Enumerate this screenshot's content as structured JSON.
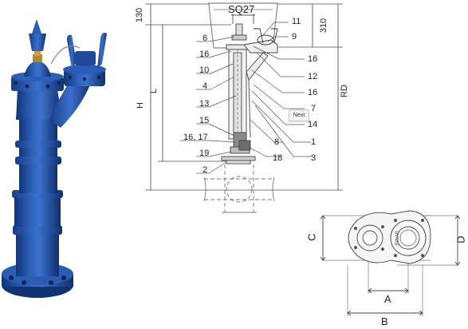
{
  "dimensions": {
    "top_gap": "130",
    "head_height": "310",
    "square_key": "SQ27",
    "h": "H",
    "l": "L",
    "rd": "RD",
    "a": "A",
    "b": "B",
    "c": "C",
    "d": "D"
  },
  "part_numbers": {
    "p6": "6",
    "p16a": "16",
    "p10": "10",
    "p4": "4",
    "p13": "13",
    "p15": "15",
    "p16_17": "16, 17",
    "p19": "19",
    "p2": "2",
    "p11": "11",
    "p9": "9",
    "p16b": "16",
    "p12": "12",
    "p16c": "16",
    "p7": "7",
    "p14": "14",
    "p8": "8",
    "p1": "1",
    "p18": "18",
    "p3": "3"
  },
  "plate_text": "BINAR",
  "next_button": "Next",
  "colors": {
    "body_blue": "#1f4fa3",
    "dark_blue": "#163a7c",
    "light_blue": "#4f7cc8",
    "line": "#333333",
    "dim_line": "#555555"
  }
}
